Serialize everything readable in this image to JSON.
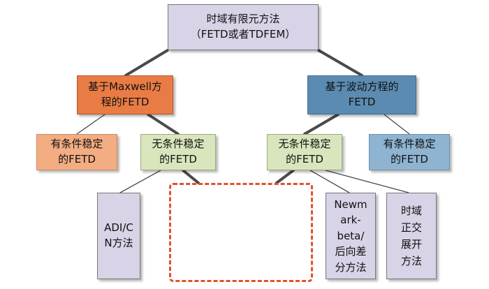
{
  "nodes": {
    "root": "时域有限元方法\n（FETD或者TDFEM）",
    "maxwell": "基于Maxwell方\n程的FETD",
    "wave": "基于波动方程的\nFETD",
    "cond_left": "有条件稳定\n的FETD",
    "uncond_left": "无条件稳定\n的FETD",
    "uncond_right": "无条件稳定\n的FETD",
    "cond_right": "有条件稳定\n的FETD",
    "adi_cn": "ADI/C\nN方法",
    "newmark": "Newm\nark-beta/\n后向差\n分方法",
    "orthogonal": "时域\n正交\n展开\n方法"
  },
  "colors": {
    "root_fill": "#d8d3e7",
    "maxwell_fill": "#e97c45",
    "wave_fill": "#5b8bb1",
    "cond_left_fill": "#f3ad82",
    "uncond_fill": "#d9e5bd",
    "cond_right_fill": "#8fb4d1",
    "leaf_fill": "#d8d3e7",
    "dashed_box": "#e0512f"
  }
}
